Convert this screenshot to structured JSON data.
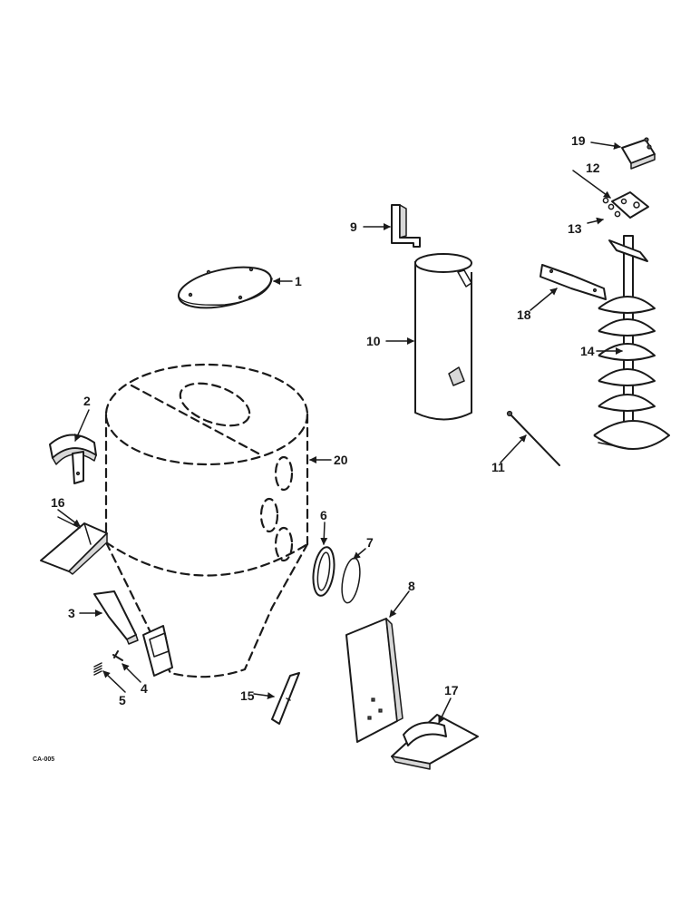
{
  "diagram": {
    "catalog_code": "CA-005",
    "callouts": [
      {
        "id": "c1",
        "number": "1"
      },
      {
        "id": "c2",
        "number": "2"
      },
      {
        "id": "c3",
        "number": "3"
      },
      {
        "id": "c4",
        "number": "4"
      },
      {
        "id": "c5",
        "number": "5"
      },
      {
        "id": "c6",
        "number": "6"
      },
      {
        "id": "c7",
        "number": "7"
      },
      {
        "id": "c8",
        "number": "8"
      },
      {
        "id": "c9",
        "number": "9"
      },
      {
        "id": "c10",
        "number": "10"
      },
      {
        "id": "c11",
        "number": "11"
      },
      {
        "id": "c12",
        "number": "12"
      },
      {
        "id": "c13",
        "number": "13"
      },
      {
        "id": "c14",
        "number": "14"
      },
      {
        "id": "c15",
        "number": "15"
      },
      {
        "id": "c16",
        "number": "16"
      },
      {
        "id": "c17",
        "number": "17"
      },
      {
        "id": "c18",
        "number": "18"
      },
      {
        "id": "c19",
        "number": "19"
      },
      {
        "id": "c20",
        "number": "20"
      }
    ]
  }
}
